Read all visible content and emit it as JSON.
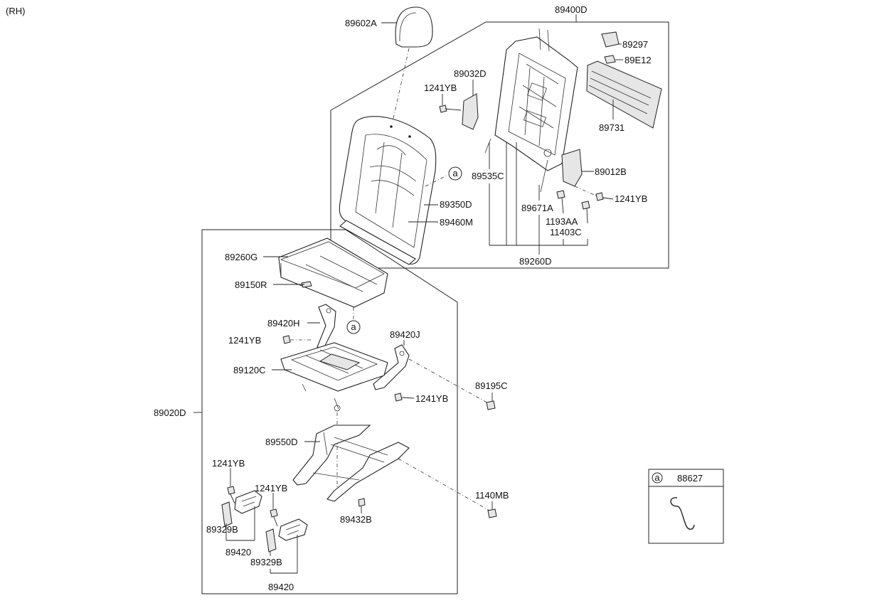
{
  "header": {
    "side_tag": "(RH)"
  },
  "legend": {
    "marker": "a",
    "part": "88627"
  },
  "callouts": {
    "headrest": "89602A",
    "back_assy": "89400D",
    "knob": "89297",
    "knob_clip": "89E12",
    "back_bracket_l": "89032D",
    "bolt_upper_left": "1241YB",
    "back_board": "89731",
    "back_marker": "a",
    "side_cover_r": "89012B",
    "back_frame_pipe": "89535C",
    "back_cover": "89350D",
    "bolt_right": "1241YB",
    "back_pad": "89460M",
    "latch_cable": "89671A",
    "bolt_a": "1193AA",
    "bolt_b": "11403C",
    "back_frame_assy": "89260D",
    "cushion_cover": "89260G",
    "cushion_pad": "89150R",
    "cushion_marker": "a",
    "hinge_l": "89420H",
    "bolt_hinge": "1241YB",
    "hinge_r": "89420J",
    "cushion_frame": "89120C",
    "bolt_frame": "89195C",
    "bolt_frame_r": "1241YB",
    "cushion_assy": "89020D",
    "track_assy": "89550D",
    "bolt_track": "1140MB",
    "bolt_cover1": "1241YB",
    "bolt_cover2": "1241YB",
    "pin": "89432B",
    "cover1": "89329B",
    "latch1": "89420",
    "cover2": "89329B",
    "latch2": "89420"
  }
}
